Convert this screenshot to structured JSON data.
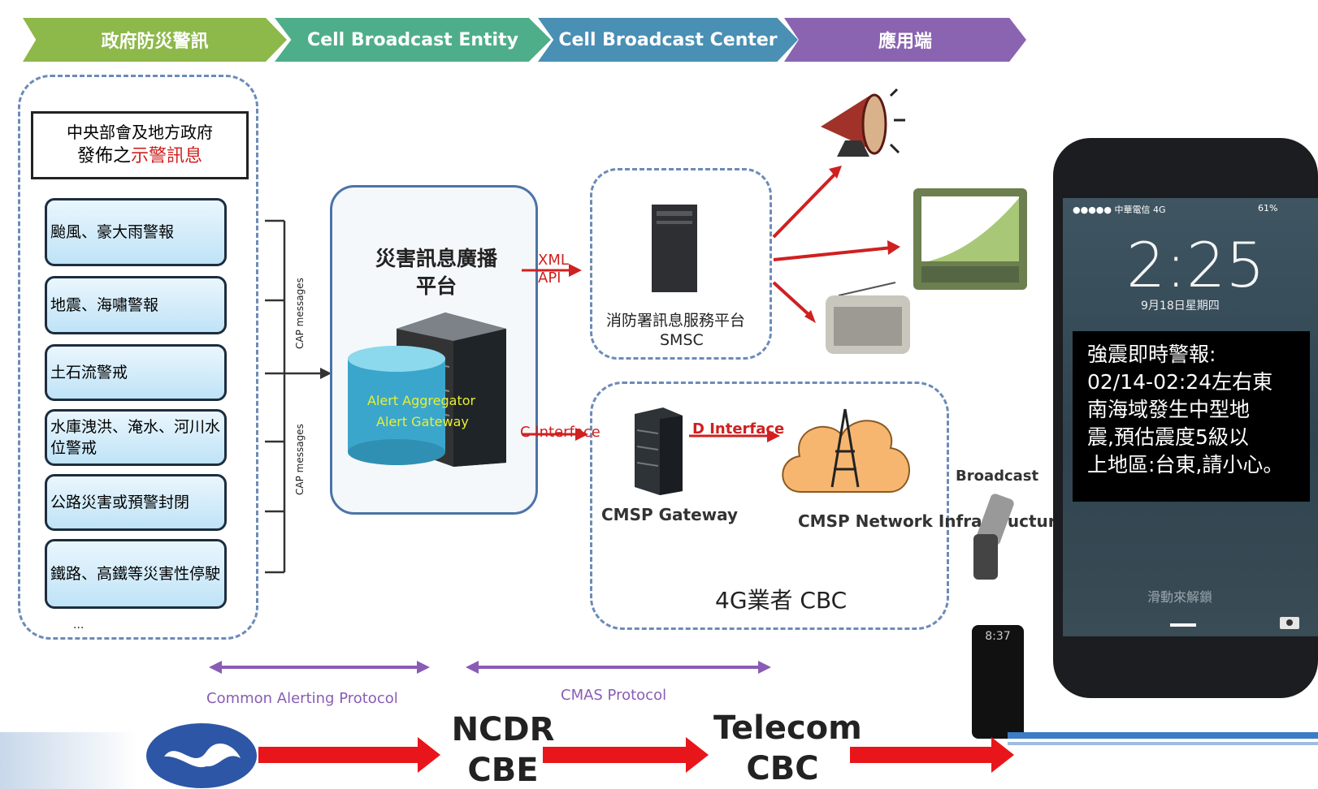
{
  "stages": [
    "政府防災警訊",
    "Cell Broadcast Entity",
    "Cell Broadcast Center",
    "應用端"
  ],
  "source": {
    "line1": "中央部會及地方政府",
    "line2_black": "發佈之",
    "line2_red": "示警訊息"
  },
  "alerts": [
    "颱風、豪大雨警報",
    "地震、海嘯警報",
    "土石流警戒",
    "水庫洩洪、淹水、河川水位警戒",
    "公路災害或預警封閉",
    "鐵路、高鐵等災害性停駛"
  ],
  "ellipsis": "...",
  "cap_messages": "CAP messages",
  "platform": {
    "title": "災害訊息廣播平台",
    "aggregator": "Alert Aggregator",
    "gateway": "Alert Gateway"
  },
  "xml_api": "XML API",
  "smsc": {
    "line1": "消防署訊息服務平台",
    "line2": "SMSC"
  },
  "c_interface": "C Interface",
  "d_interface": "D Interface",
  "cmsp_gateway": "CMSP Gateway",
  "cmsp_network": "CMSP Network Infrastructure",
  "cbc_4g": "4G業者 CBC",
  "broadcast": "Broadcast",
  "protocols": {
    "common": "Common Alerting Protocol",
    "cmas": "CMAS Protocol"
  },
  "bottom": {
    "ncdr": "NCDR",
    "cbe": "CBE",
    "telecom": "Telecom",
    "cbc": "CBC"
  },
  "phone": {
    "status": "●●●●● 中華電信 4G",
    "battery": "61%",
    "time": "2:25",
    "date": "9月18日星期四",
    "alert_lines": [
      "強震即時警報:",
      "02/14-02:24左右東",
      "南海域發生中型地",
      "震,預估震度5級以",
      "上地區:台東,請小心。"
    ],
    "unlock": "滑動來解鎖"
  },
  "small_phone_time": "8:37",
  "colors": {
    "arrow_red": "#e8161b",
    "protocol_purple": "#8a5cb4",
    "dash_blue": "#6c8bb8"
  }
}
